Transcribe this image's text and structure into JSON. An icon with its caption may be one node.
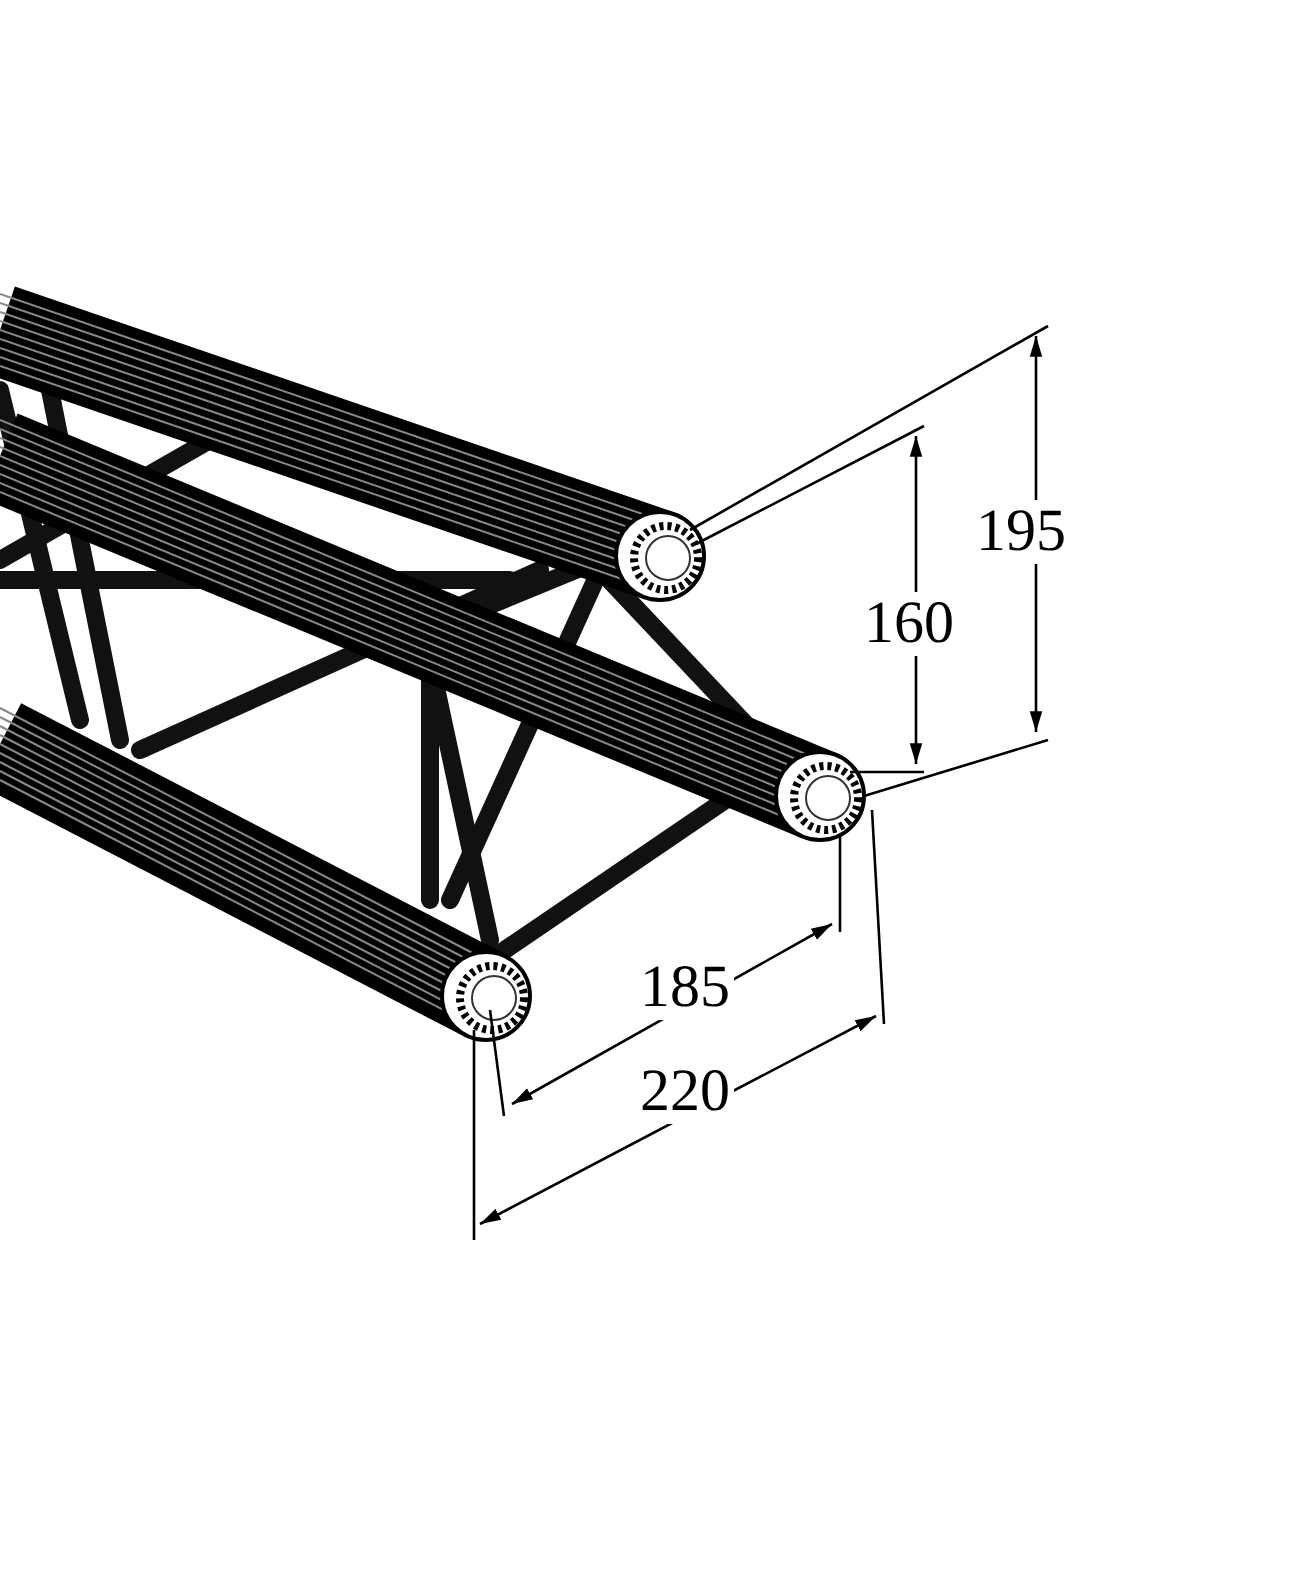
{
  "diagram": {
    "labels": [
      "195",
      "160",
      "185",
      "220"
    ]
  }
}
